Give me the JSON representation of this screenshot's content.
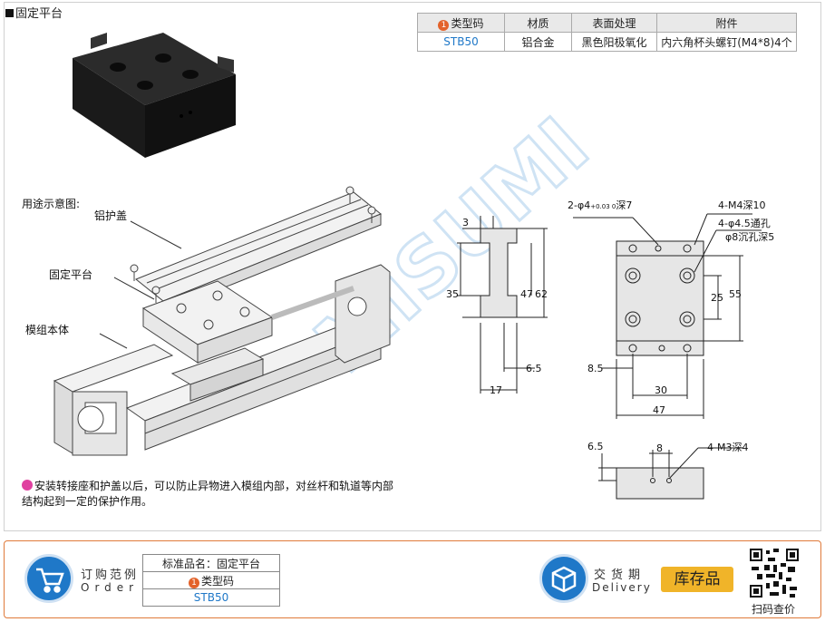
{
  "title": "固定平台",
  "spec": {
    "headers": [
      "类型码",
      "材质",
      "表面处理",
      "附件"
    ],
    "num": "1",
    "row": [
      "STB50",
      "铝合金",
      "黑色阳极氧化",
      "内六角杯头螺钉(M4*8)4个"
    ]
  },
  "usage": {
    "heading": "用途示意图:",
    "cover": "铝护盖",
    "platform": "固定平台",
    "module": "模组本体"
  },
  "note": "安装转接座和护盖以后，可以防止异物进入模组内部，对丝杆和轨道等内部结构起到一定的保护作用。",
  "drawing": {
    "d3": "3",
    "d35": "35",
    "d47v": "47",
    "d62": "62",
    "d6_5": "6.5",
    "d17": "17",
    "hole1": "2-φ4",
    "hole1_tol": "+0.03 0",
    "hole1_tail": "深7",
    "m4": "4-M4深10",
    "through": "4-φ4.5通孔",
    "cbore": "φ8沉孔深5",
    "d25": "25",
    "d55": "55",
    "d8_5": "8.5",
    "d30": "30",
    "d47h": "47",
    "d6_5b": "6.5",
    "d8": "8",
    "m3": "4-M3深4"
  },
  "watermark": "MISUMI",
  "order": {
    "cn": "订购范例",
    "en": "Order",
    "rows": [
      "标准品名：固定平台",
      "类型码",
      "STB50"
    ],
    "num": "1"
  },
  "delivery": {
    "cn": "交货期",
    "en": "Delivery",
    "stock": "库存品"
  },
  "qr_label": "扫码查价",
  "colors": {
    "accent_blue": "#1f78c8",
    "orange": "#e3622a",
    "gold": "#f0b429"
  }
}
